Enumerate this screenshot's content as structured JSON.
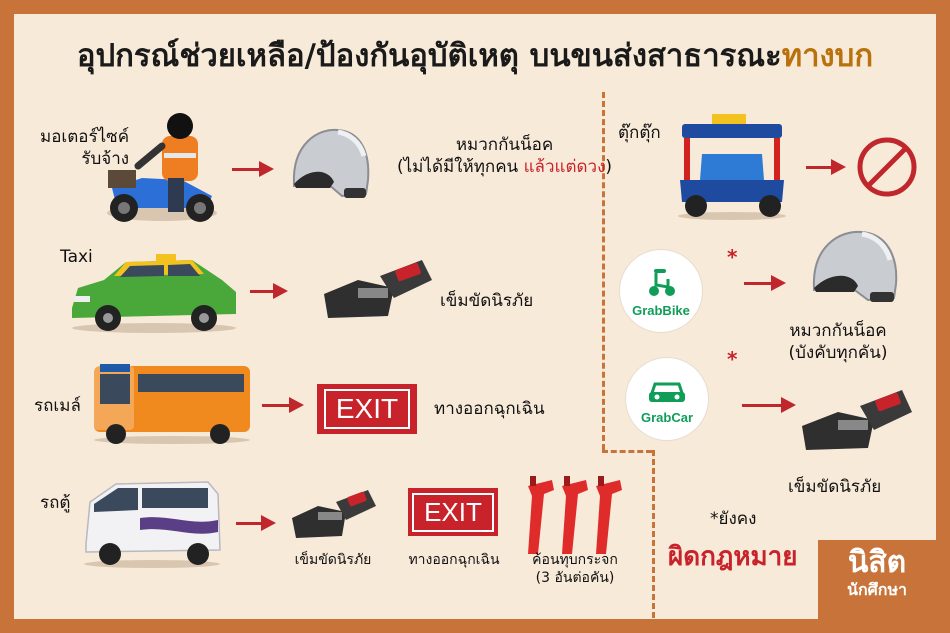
{
  "title": {
    "main": "อุปกรณ์ช่วยเหลือ/ป้องกันอุบัติเหตุ บนขนส่งสาธารณะ",
    "highlight": "ทางบก"
  },
  "rows": {
    "moto": {
      "label_line1": "มอเตอร์ไซค์",
      "label_line2": "รับจ้าง",
      "item_line1": "หมวกกันน็อค",
      "item_line2_a": "(ไม่ได้มีให้ทุกคน ",
      "item_line2_b": "แล้วแต่ดวง",
      "item_line2_c": ")"
    },
    "taxi": {
      "label": "Taxi",
      "item": "เข็มขัดนิรภัย"
    },
    "bus": {
      "label": "รถเมล์",
      "exit": "EXIT",
      "item": "ทางออกฉุกเฉิน"
    },
    "van": {
      "label": "รถตู้",
      "item_belt": "เข็มขัดนิรภัย",
      "exit": "EXIT",
      "item_exit": "ทางออกฉุกเฉิน",
      "item_hammer_line1": "ค้อนทุบกระจก",
      "item_hammer_line2": "(3 อันต่อคัน)"
    }
  },
  "right": {
    "tuktuk": {
      "label": "ตุ๊กตุ๊ก"
    },
    "grabbike": {
      "logo": "GrabBike",
      "star": "*",
      "item_line1": "หมวกกันน็อค",
      "item_line2": "(บังคับทุกคัน)"
    },
    "grabcar": {
      "logo": "GrabCar",
      "star": "*",
      "item": "เข็มขัดนิรภัย"
    },
    "note": {
      "line1": "*ยังคง",
      "line2": "ผิดกฎหมาย"
    }
  },
  "stamp": {
    "line1": "นิสิต",
    "line2": "นักศึกษา"
  },
  "colors": {
    "frame": "#c8733a",
    "panel": "#f8ead9",
    "arrow": "#c0272d",
    "exit": "#c8232b",
    "grab": "#0f9d58"
  }
}
